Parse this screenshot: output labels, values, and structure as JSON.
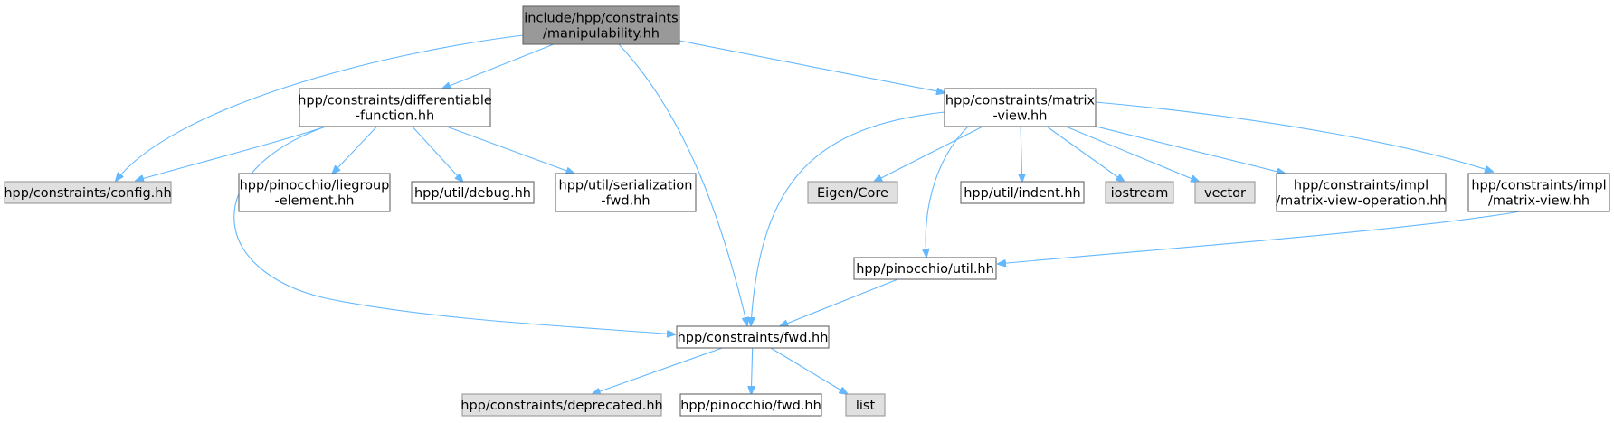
{
  "colors": {
    "edge": "#63b8ff",
    "root_fill": "#999999",
    "root_border": "#666666",
    "doc_fill": "#ffffff",
    "doc_border": "#666666",
    "ext_fill": "#e0e0e0",
    "ext_border": "#999999"
  },
  "nodes": [
    {
      "id": "manipulability",
      "lines": [
        "include/hpp/constraints",
        "/manipulability.hh"
      ],
      "kind": "root"
    },
    {
      "id": "differentiable",
      "lines": [
        "hpp/constraints/differentiable",
        "-function.hh"
      ],
      "kind": "doc"
    },
    {
      "id": "matrix_view",
      "lines": [
        "hpp/constraints/matrix",
        "-view.hh"
      ],
      "kind": "doc"
    },
    {
      "id": "config",
      "lines": [
        "hpp/constraints/config.hh"
      ],
      "kind": "ext"
    },
    {
      "id": "liegroup",
      "lines": [
        "hpp/pinocchio/liegroup",
        "-element.hh"
      ],
      "kind": "doc"
    },
    {
      "id": "debug",
      "lines": [
        "hpp/util/debug.hh"
      ],
      "kind": "doc"
    },
    {
      "id": "serialization",
      "lines": [
        "hpp/util/serialization",
        "-fwd.hh"
      ],
      "kind": "doc"
    },
    {
      "id": "eigen",
      "lines": [
        "Eigen/Core"
      ],
      "kind": "ext"
    },
    {
      "id": "indent",
      "lines": [
        "hpp/util/indent.hh"
      ],
      "kind": "doc"
    },
    {
      "id": "iostream",
      "lines": [
        "iostream"
      ],
      "kind": "ext"
    },
    {
      "id": "vector",
      "lines": [
        "vector"
      ],
      "kind": "ext"
    },
    {
      "id": "mv_operation",
      "lines": [
        "hpp/constraints/impl",
        "/matrix-view-operation.hh"
      ],
      "kind": "doc"
    },
    {
      "id": "impl_mv",
      "lines": [
        "hpp/constraints/impl",
        "/matrix-view.hh"
      ],
      "kind": "doc"
    },
    {
      "id": "pin_util",
      "lines": [
        "hpp/pinocchio/util.hh"
      ],
      "kind": "doc"
    },
    {
      "id": "fwd",
      "lines": [
        "hpp/constraints/fwd.hh"
      ],
      "kind": "doc"
    },
    {
      "id": "deprecated",
      "lines": [
        "hpp/constraints/deprecated.hh"
      ],
      "kind": "ext"
    },
    {
      "id": "pin_fwd",
      "lines": [
        "hpp/pinocchio/fwd.hh"
      ],
      "kind": "doc"
    },
    {
      "id": "list",
      "lines": [
        "list"
      ],
      "kind": "ext"
    }
  ],
  "edges": [
    {
      "from": "manipulability",
      "to": "differentiable"
    },
    {
      "from": "manipulability",
      "to": "matrix_view"
    },
    {
      "from": "manipulability",
      "to": "config"
    },
    {
      "from": "manipulability",
      "to": "fwd"
    },
    {
      "from": "differentiable",
      "to": "config"
    },
    {
      "from": "differentiable",
      "to": "liegroup"
    },
    {
      "from": "differentiable",
      "to": "debug"
    },
    {
      "from": "differentiable",
      "to": "serialization"
    },
    {
      "from": "differentiable",
      "to": "fwd"
    },
    {
      "from": "matrix_view",
      "to": "eigen"
    },
    {
      "from": "matrix_view",
      "to": "indent"
    },
    {
      "from": "matrix_view",
      "to": "iostream"
    },
    {
      "from": "matrix_view",
      "to": "vector"
    },
    {
      "from": "matrix_view",
      "to": "mv_operation"
    },
    {
      "from": "matrix_view",
      "to": "impl_mv"
    },
    {
      "from": "matrix_view",
      "to": "pin_util"
    },
    {
      "from": "matrix_view",
      "to": "fwd"
    },
    {
      "from": "impl_mv",
      "to": "pin_util"
    },
    {
      "from": "pin_util",
      "to": "fwd"
    },
    {
      "from": "fwd",
      "to": "deprecated"
    },
    {
      "from": "fwd",
      "to": "pin_fwd"
    },
    {
      "from": "fwd",
      "to": "list"
    }
  ]
}
